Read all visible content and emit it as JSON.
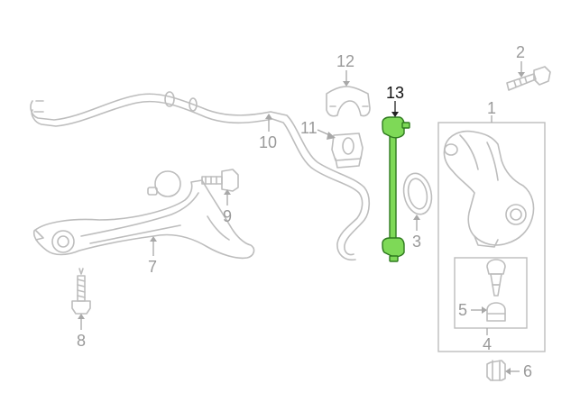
{
  "diagram": {
    "callouts": {
      "c1": "1",
      "c2": "2",
      "c3": "3",
      "c4": "4",
      "c5": "5",
      "c6": "6",
      "c7": "7",
      "c8": "8",
      "c9": "9",
      "c10": "10",
      "c11": "11",
      "c12": "12",
      "c13": "13"
    },
    "highlighted_part": "13",
    "colors": {
      "highlight": "#7ed957",
      "highlight_stroke": "#2f7a1f",
      "part_outline": "#bdbdbd",
      "callout_text": "#9a9a9a",
      "active_callout": "#111111"
    }
  }
}
